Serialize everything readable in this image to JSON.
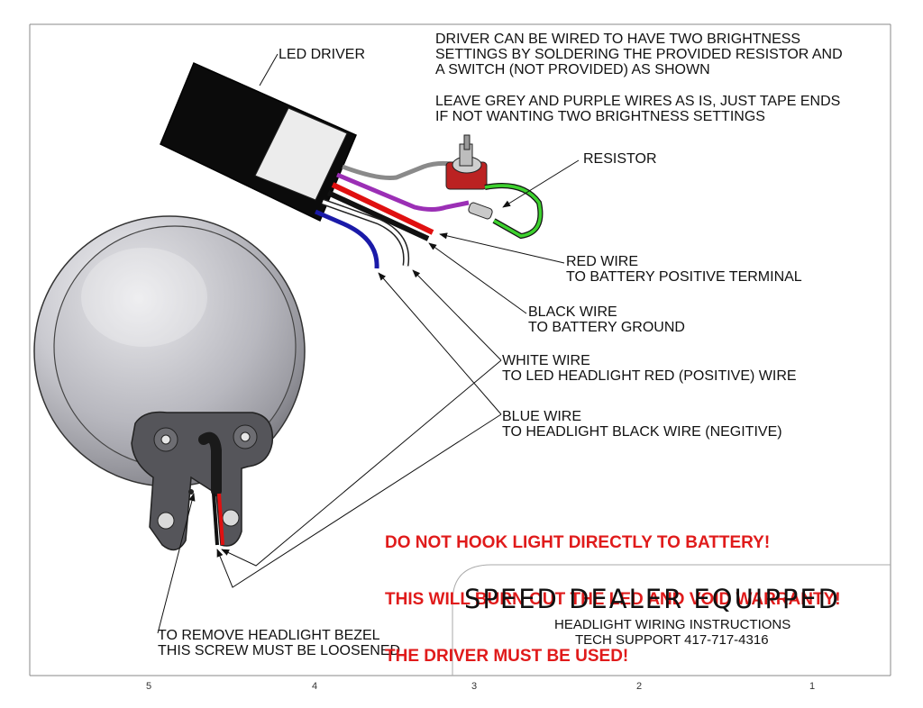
{
  "labels": {
    "led_driver": "LED DRIVER",
    "note_line1": "DRIVER CAN BE WIRED TO HAVE TWO BRIGHTNESS",
    "note_line2": "SETTINGS BY SOLDERING THE PROVIDED RESISTOR AND",
    "note_line3": "A SWITCH (NOT PROVIDED) AS SHOWN",
    "note_line4": "LEAVE GREY AND PURPLE WIRES AS IS, JUST TAPE ENDS",
    "note_line5": "IF NOT WANTING TWO BRIGHTNESS SETTINGS",
    "resistor": "RESISTOR",
    "red_wire_1": "RED WIRE",
    "red_wire_2": "TO BATTERY POSITIVE TERMINAL",
    "black_wire_1": "BLACK WIRE",
    "black_wire_2": "TO BATTERY GROUND",
    "white_wire_1": "WHITE WIRE",
    "white_wire_2": "TO LED HEADLIGHT RED (POSITIVE) WIRE",
    "blue_wire_1": "BLUE WIRE",
    "blue_wire_2": "TO HEADLIGHT BLACK WIRE (NEGITIVE)",
    "bezel_1": "TO REMOVE HEADLIGHT BEZEL",
    "bezel_2": "THIS SCREW MUST BE LOOSENED"
  },
  "warning": {
    "line1": "DO NOT HOOK LIGHT DIRECTLY TO BATTERY!",
    "line2": "THIS WILL BURN OUT THE LED AND VOID WARRANTY!",
    "line3": "THE DRIVER MUST BE USED!"
  },
  "title_block": {
    "brand": "SPEED DEALER EQUIPPED",
    "subtitle": "HEADLIGHT WIRING INSTRUCTIONS",
    "support": "TECH SUPPORT 417-717-4316"
  },
  "zones": [
    "5",
    "4",
    "3",
    "2",
    "1"
  ],
  "colors": {
    "warning": "#e01b1b",
    "red_wire": "#e01010",
    "black_wire": "#111111",
    "white_wire": "#ffffff",
    "blue_wire": "#1a1aa8",
    "purple_wire": "#9b2fb5",
    "grey_wire": "#8a8a8a",
    "resistor_lead": "#3dd12e"
  }
}
